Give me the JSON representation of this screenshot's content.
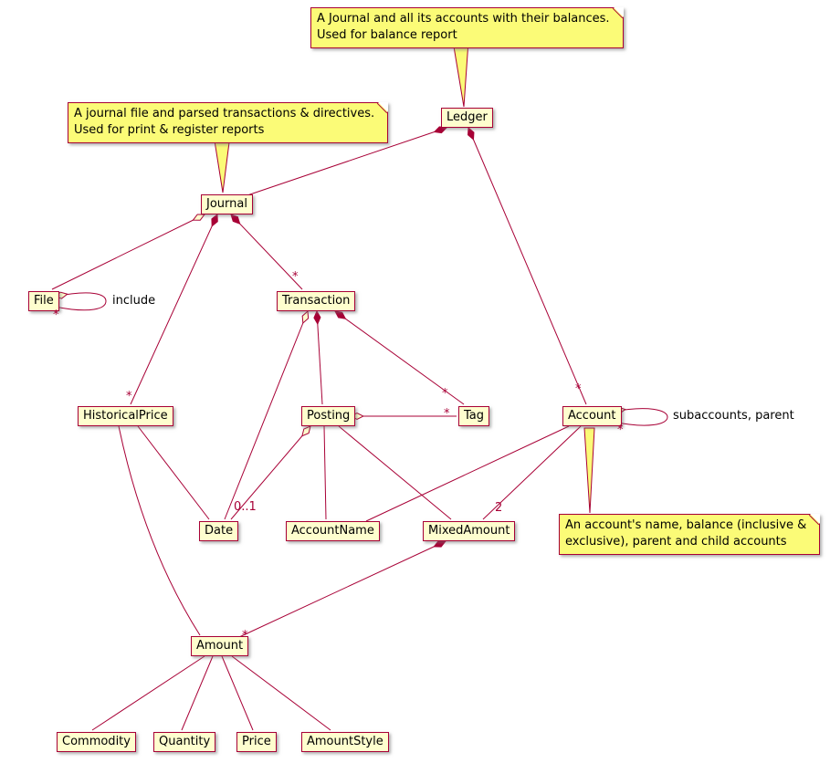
{
  "classes": {
    "ledger": "Ledger",
    "journal": "Journal",
    "file": "File",
    "transaction": "Transaction",
    "historical_price": "HistoricalPrice",
    "posting": "Posting",
    "tag": "Tag",
    "account": "Account",
    "date": "Date",
    "account_name": "AccountName",
    "mixed_amount": "MixedAmount",
    "amount": "Amount",
    "commodity": "Commodity",
    "quantity": "Quantity",
    "price": "Price",
    "amount_style": "AmountStyle"
  },
  "notes": {
    "ledger": {
      "line1": "A Journal and all its accounts with their balances.",
      "line2": "Used for balance report"
    },
    "journal": {
      "line1": "A journal file and parsed transactions & directives.",
      "line2": "Used for print & register reports"
    },
    "account": {
      "line1": "An account's name, balance (inclusive &",
      "line2": "exclusive), parent and child accounts"
    }
  },
  "edge_labels": {
    "include": "include",
    "subaccounts_parent": "subaccounts, parent"
  },
  "multiplicities": {
    "file_include": "*",
    "journal_transaction": "*",
    "journal_historical_price": "*",
    "transaction_tag": "*",
    "posting_tag": "*",
    "ledger_account": "*",
    "account_subaccounts": "*",
    "posting_date": "0..1",
    "account_mixed_amount": "2",
    "mixed_amount_amount": "*"
  },
  "colors": {
    "class_fill": "#FEFECE",
    "note_fill": "#FBFB77",
    "line": "#A80036",
    "text": "#000000"
  }
}
